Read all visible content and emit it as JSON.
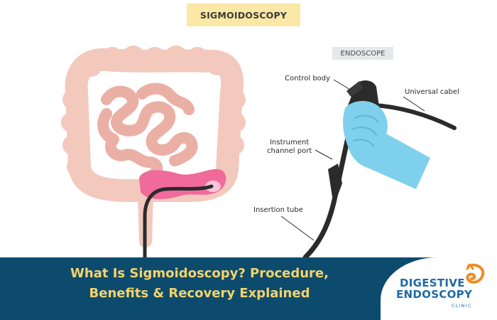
{
  "title": "SIGMOIDOSCOPY",
  "section_label": "ENDOSCOPE",
  "labels": {
    "control_body": "Control body",
    "universal_cable": "Universal cabel",
    "instrument_port_line1": "Instrument",
    "instrument_port_line2": "channel port",
    "insertion_tube": "Insertion tube"
  },
  "banner": {
    "headline_line1": "What Is Sigmoidoscopy? Procedure,",
    "headline_line2": "Benefits & Recovery Explained"
  },
  "logo": {
    "line1": "DIGESTIVE",
    "line2": "ENDOSCOPY",
    "line3": "CLINIC"
  },
  "colors": {
    "banner": "#0d4b6e",
    "headline": "#f5d36b",
    "colon": "#f3c9bd",
    "sigmoid": "#f06a9a",
    "glove": "#7fd0ec",
    "scope": "#2b2b2b",
    "logo_blue": "#1f6aa5",
    "logo_orange": "#f08a24"
  }
}
